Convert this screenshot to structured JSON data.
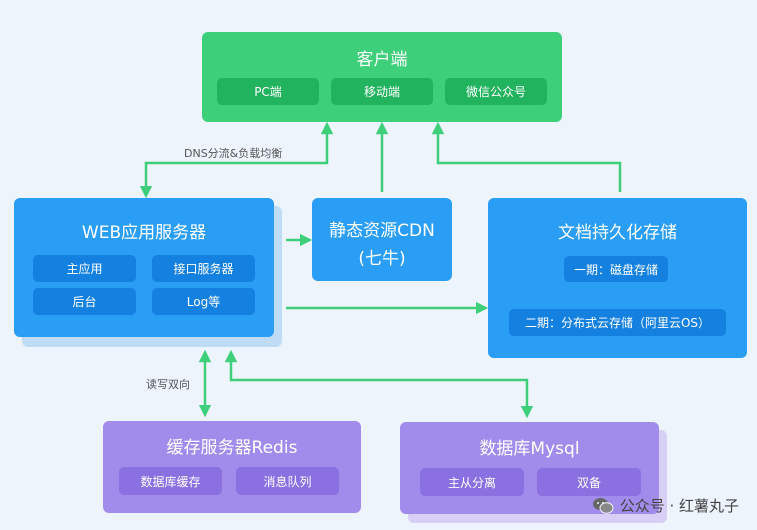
{
  "client": {
    "title": "客户端",
    "items": [
      "PC端",
      "移动端",
      "微信公众号"
    ]
  },
  "web_server": {
    "title": "WEB应用服务器",
    "items": [
      "主应用",
      "接口服务器",
      "后台",
      "Log等"
    ]
  },
  "cdn": {
    "title_line1": "静态资源CDN",
    "title_line2": "(七牛)"
  },
  "doc_storage": {
    "title": "文档持久化存储",
    "phase1": "一期：磁盘存储",
    "phase2": "二期：分布式云存储（阿里云OS）"
  },
  "cache_server": {
    "title": "缓存服务器Redis",
    "items": [
      "数据库缓存",
      "消息队列"
    ]
  },
  "database": {
    "title": "数据库Mysql",
    "items": [
      "主从分离",
      "双备"
    ]
  },
  "labels": {
    "dns": "DNS分流&负载均衡",
    "rw": "读写双向"
  },
  "watermark": {
    "text": "公众号 · 红薯丸子",
    "icon": "wechat-icon"
  },
  "colors": {
    "green": "#3ecf7a",
    "blue": "#2a9df4",
    "purple": "#a18cec",
    "arrow": "#3ecf7a"
  }
}
